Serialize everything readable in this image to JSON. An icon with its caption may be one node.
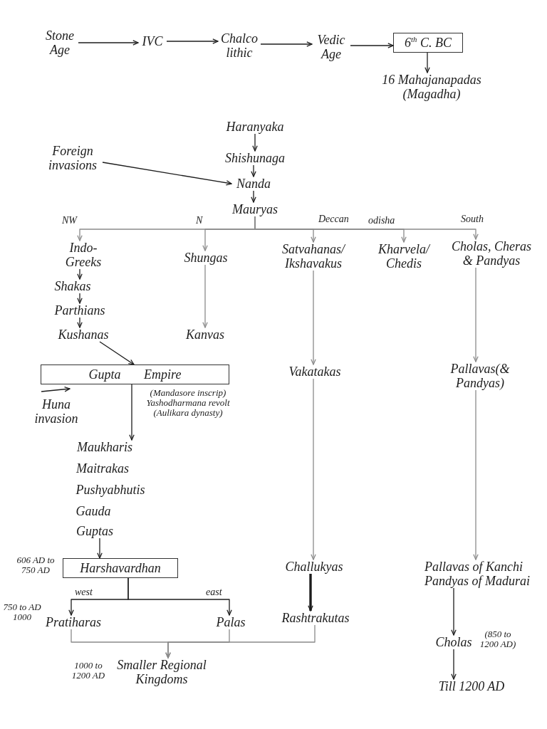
{
  "diagram": {
    "nodes": [
      {
        "text": [
          "Stone Age"
        ]
      },
      {
        "text": [
          "IVC"
        ]
      },
      {
        "text": [
          "Chalco lithic"
        ]
      },
      {
        "text": [
          "Vedic Age"
        ]
      },
      {
        "text": [
          "6$^{th}$ C. BC"
        ]
      },
      {
        "text": [
          "16 Mahajanapadas (Magadha)"
        ]
      },
      {
        "text": [
          "Haranyaka"
        ]
      },
      {
        "text": [
          "Foreign invasions"
        ]
      },
      {
        "text": [
          "Shishunaga"
        ]
      },
      {
        "text": [
          "Nanda"
        ]
      },
      {
        "text": [
          "Mauryas"
        ]
      },
      {
        "text": [
          "Indo-Greeks"
        ]
      },
      {
        "text": [
          "Shakas"
        ]
      },
      {
        "text": [
          "Parthians"
        ]
      },
      {
        "text": [
          "Kushanas"
        ]
      },
      {
        "text": [
          "Shungas"
        ]
      },
      {
        "text": [
          "Kanvas"
        ]
      },
      {
        "text": [
          "Satvahanas/ Ikshavakus"
        ]
      },
      {
        "text": [
          "Vakatakas"
        ]
      },
      {
        "text": [
          "Kharvela/ Chedis"
        ]
      },
      {
        "text": [
          "Cholas, Cheras & Pandyas"
        ]
      },
      {
        "text": [
          "Pallavas(& Pandyas)"
        ]
      },
      {
        "text": [
          "Gupta Empire"
        ],
        "beside": [
          "(Mandasore inscrip) Yashodharmana revolt (Aulikara dynasty)"
        ]
      },
      {
        "text": [
          "Huna invasion"
        ]
      },
      {
        "text": [
          "Maukharis"
        ]
      },
      {
        "text": [
          "Maitrakas"
        ]
      },
      {
        "text": [
          "Pushyabhutis"
        ]
      },
      {
        "text": [
          "Gauda"
        ]
      },
      {
        "text": [
          "Guptas"
        ]
      },
      {
        "text": [
          "Harshavardhan"
        ],
        "beside": [
          "606 AD to 750 AD"
        ]
      },
      {
        "text": [
          "Pratiharas"
        ],
        "beside": [
          "750 to AD 1000"
        ]
      },
      {
        "text": [
          "Palas"
        ]
      },
      {
        "text": [
          "Challukyas"
        ]
      },
      {
        "text": [
          "Rashtrakutas"
        ]
      },
      {
        "text": [
          "Pallavas of Kanchi",
          "Pandyas of Madurai"
        ]
      },
      {
        "text": [
          "Cholas"
        ],
        "beside": [
          "(850 to 1200 AD)"
        ]
      },
      {
        "text": [
          "Till 1200 AD"
        ]
      },
      {
        "text": [
          "Smaller Regional Kingdoms"
        ],
        "beside": [
          "1000 to 1200 AD"
        ]
      }
    ],
    "edges": [
      {
        "from": 0,
        "to": 1,
        "arrow": "to"
      },
      {
        "from": 1,
        "to": 2,
        "arrow": "to"
      },
      {
        "from": 2,
        "to": 3,
        "arrow": "to"
      },
      {
        "from": 3,
        "to": 4,
        "arrow": "to"
      },
      {
        "from": 4,
        "to": 5,
        "arrow": "to"
      },
      {
        "from": 6,
        "to": 8,
        "arrow": "to"
      },
      {
        "from": 7,
        "to": 9,
        "arrow": "to"
      },
      {
        "from": 8,
        "to": 9,
        "arrow": "to"
      },
      {
        "from": 9,
        "to": 10,
        "arrow": "to"
      },
      {
        "from": 10,
        "to": 11,
        "arrow": "to",
        "label": "NW",
        "color": "#8a8a8a"
      },
      {
        "from": 10,
        "to": 15,
        "arrow": "to",
        "label": "N",
        "color": "#8a8a8a"
      },
      {
        "from": 10,
        "to": 17,
        "arrow": "to",
        "label": "Deccan",
        "color": "#8a8a8a"
      },
      {
        "from": 10,
        "to": 19,
        "arrow": "to",
        "label": "odisha",
        "color": "#8a8a8a"
      },
      {
        "from": 10,
        "to": 20,
        "arrow": "to",
        "label": "South",
        "color": "#8a8a8a"
      },
      {
        "from": 11,
        "to": 12,
        "arrow": "to"
      },
      {
        "from": 12,
        "to": 13,
        "arrow": "to"
      },
      {
        "from": 13,
        "to": 14,
        "arrow": "to"
      },
      {
        "from": 15,
        "to": 16,
        "arrow": "to",
        "color": "#8a8a8a"
      },
      {
        "from": 17,
        "to": 18,
        "arrow": "to",
        "color": "#8a8a8a"
      },
      {
        "from": 20,
        "to": 21,
        "arrow": "to",
        "color": "#8a8a8a"
      },
      {
        "from": 14,
        "to": 22,
        "arrow": "to"
      },
      {
        "from": 22,
        "to": 24,
        "arrow": "to"
      },
      {
        "from": 28,
        "to": 29,
        "arrow": "to"
      },
      {
        "from": 29,
        "to": 30,
        "arrow": "to",
        "label": "west"
      },
      {
        "from": 29,
        "to": 31,
        "arrow": "to",
        "label": "east"
      },
      {
        "from": 18,
        "to": 32,
        "arrow": "to",
        "color": "#8a8a8a"
      },
      {
        "from": 21,
        "to": 34,
        "arrow": "to",
        "color": "#8a8a8a"
      },
      {
        "from": 32,
        "to": 33,
        "arrow": "to",
        "style": "thick"
      },
      {
        "from": 34,
        "to": 35,
        "arrow": "to"
      },
      {
        "from": 35,
        "to": 36,
        "arrow": "to"
      },
      {
        "from": 30,
        "to": 37,
        "arrow": "to",
        "color": "#8a8a8a"
      },
      {
        "from": 31,
        "to": 37,
        "arrow": "to",
        "color": "#8a8a8a"
      },
      {
        "from": 33,
        "to": 37,
        "arrow": "to",
        "color": "#8a8a8a"
      }
    ]
  }
}
